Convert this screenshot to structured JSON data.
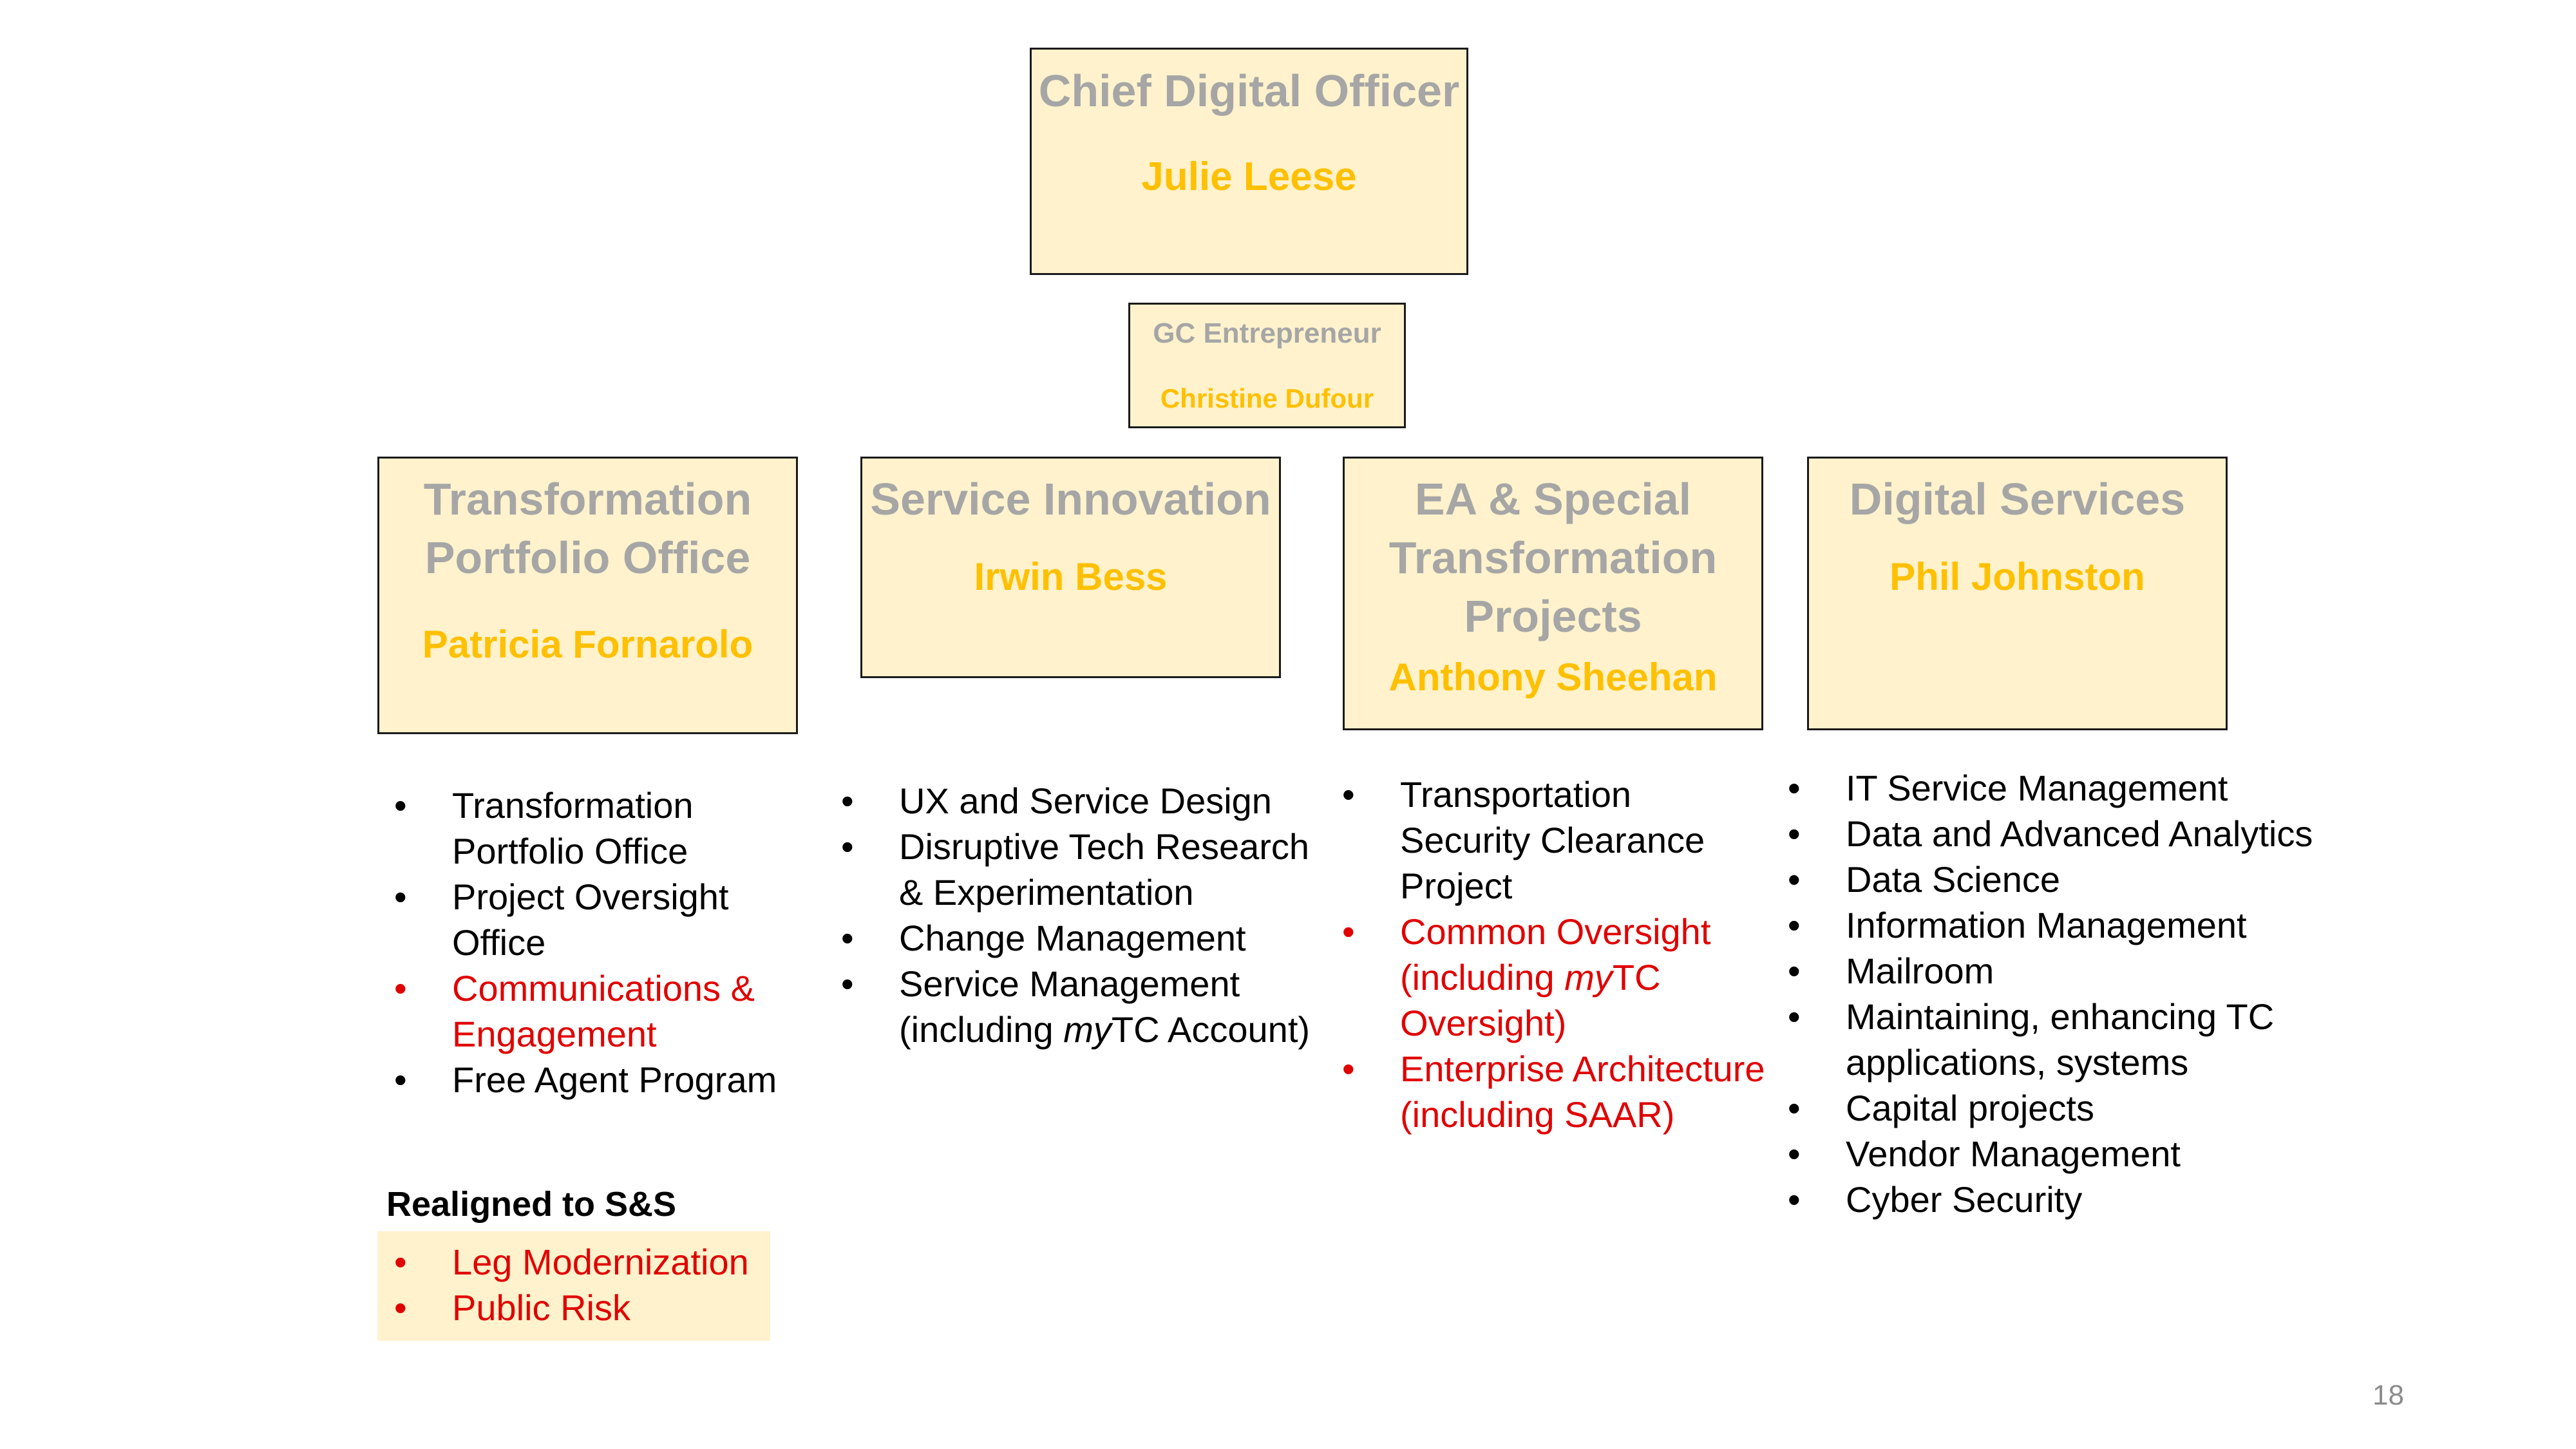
{
  "chart_data": {
    "type": "org_chart",
    "nodes": [
      {
        "id": "cdo",
        "title": "Chief Digital Officer",
        "person": "Julie Leese",
        "reports_to": null
      },
      {
        "id": "gc",
        "title": "GC Entrepreneur",
        "person": "Christine Dufour",
        "reports_to": "cdo"
      },
      {
        "id": "tpo",
        "title": "Transformation Portfolio Office",
        "person": "Patricia Fornarolo",
        "reports_to": "cdo"
      },
      {
        "id": "si",
        "title": "Service Innovation",
        "person": "Irwin Bess",
        "reports_to": "cdo"
      },
      {
        "id": "ea",
        "title": "EA & Special Transformation Projects",
        "person": "Anthony Sheehan",
        "reports_to": "cdo"
      },
      {
        "id": "ds",
        "title": "Digital Services",
        "person": "Phil Johnston",
        "reports_to": "cdo"
      }
    ]
  },
  "colors": {
    "box_fill": "#fff2cc",
    "box_border": "#1a1a1a",
    "title_text": "#a6a6a6",
    "name_text": "#ffc000",
    "highlight_text": "#e00000",
    "body_text": "#000000"
  },
  "cdo": {
    "title": "Chief Digital Officer",
    "person": "Julie Leese"
  },
  "gc_entrepreneur": {
    "title": "GC Entrepreneur",
    "person": "Christine Dufour"
  },
  "directorates": [
    {
      "title_lines": [
        "Transformation",
        "Portfolio Office"
      ],
      "person": "Patricia Fornarolo",
      "items": [
        {
          "text": "Transformation Portfolio Office",
          "highlight": false
        },
        {
          "text": "Project Oversight Office",
          "highlight": false
        },
        {
          "text": "Communications & Engagement",
          "highlight": true
        },
        {
          "text": "Free Agent Program",
          "highlight": false
        }
      ]
    },
    {
      "title_lines": [
        "Service Innovation"
      ],
      "person": "Irwin Bess",
      "items": [
        {
          "text": "UX and Service Design",
          "highlight": false
        },
        {
          "text": "Disruptive Tech Research & Experimentation",
          "highlight": false
        },
        {
          "text": "Change Management",
          "highlight": false
        },
        {
          "text": "Service Management (including myTC Account)",
          "highlight": false
        }
      ]
    },
    {
      "title_lines": [
        "EA & Special",
        "Transformation",
        "Projects"
      ],
      "person": "Anthony Sheehan",
      "items": [
        {
          "text": "Transportation Security Clearance Project",
          "highlight": false
        },
        {
          "text": "Common Oversight (including myTC Oversight)",
          "highlight": true
        },
        {
          "text": "Enterprise Architecture (including SAAR)",
          "highlight": true
        }
      ]
    },
    {
      "title_lines": [
        "Digital Services"
      ],
      "person": "Phil Johnston",
      "items": [
        {
          "text": "IT Service Management",
          "highlight": false
        },
        {
          "text": "Data and Advanced Analytics",
          "highlight": false
        },
        {
          "text": "Data Science",
          "highlight": false
        },
        {
          "text": "Information Management",
          "highlight": false
        },
        {
          "text": "Mailroom",
          "highlight": false
        },
        {
          "text": "Maintaining, enhancing TC applications, systems",
          "highlight": false
        },
        {
          "text": "Capital projects",
          "highlight": false
        },
        {
          "text": "Vendor Management",
          "highlight": false
        },
        {
          "text": "Cyber Security",
          "highlight": false
        }
      ]
    }
  ],
  "realigned": {
    "heading": "Realigned to S&S",
    "items": [
      "Leg Modernization",
      "Public Risk"
    ]
  },
  "bullet_glyph": "•",
  "page_number": "18"
}
